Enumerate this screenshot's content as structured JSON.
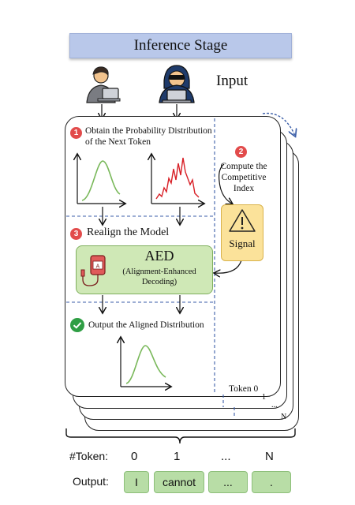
{
  "title": "Inference Stage",
  "input_label": "Input",
  "steps": {
    "s1": {
      "num": "1",
      "text_line1": "Obtain the Probability Distribution",
      "text_line2": "of  the Next Token"
    },
    "s2": {
      "num": "2",
      "line1": "Compute the",
      "line2": "Competitive",
      "line3": "Index"
    },
    "s3": {
      "num": "3",
      "text": "Realign the Model"
    },
    "s4": {
      "text": "Output the Aligned Distribution"
    }
  },
  "signal_label": "Signal",
  "aed": {
    "title": "AED",
    "line1": "(Alignment-Enhanced",
    "line2": "Decoding)"
  },
  "token_labels": {
    "t0": "Token 0",
    "t1": "1",
    "tdots": "...",
    "tN": "N"
  },
  "bottom": {
    "token_row_label": "#Token:",
    "token_numbers": [
      "0",
      "1",
      "...",
      "N"
    ],
    "output_row_label": "Output:",
    "outputs": [
      "I",
      "cannot",
      "...",
      "."
    ]
  },
  "colors": {
    "banner": "#b9c8ea",
    "green_curve": "#79b85a",
    "red_curve": "#d81f26",
    "badge": "#e24b4b",
    "signal": "#fbe29a",
    "aed": "#cfe8b6",
    "divider": "#3b5ea8",
    "pill": "#b8dda6"
  },
  "icons": [
    "user-laptop-icon",
    "hacker-laptop-icon",
    "warning-triangle-icon",
    "blood-bag-icon",
    "check-circle-icon",
    "curved-arrow-icon"
  ]
}
